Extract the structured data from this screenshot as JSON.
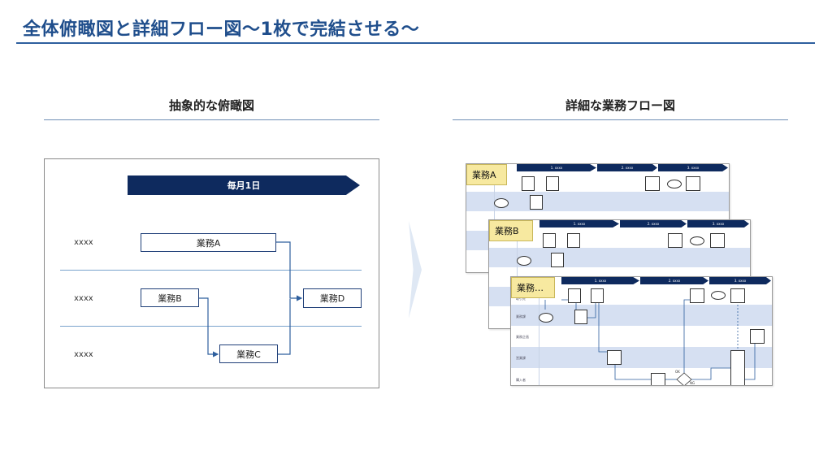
{
  "page": {
    "title": "全体俯瞰図と詳細フロー図～1枚で完結させる～"
  },
  "left": {
    "heading": "抽象的な俯瞰図",
    "banner": "毎月1日",
    "lanes": [
      "xxxx",
      "xxxx",
      "xxxx"
    ],
    "tasks": {
      "a": "業務A",
      "b": "業務B",
      "c": "業務C",
      "d": "業務D"
    }
  },
  "right": {
    "heading": "詳細な業務フロー図",
    "sheets": [
      {
        "tag": "業務A",
        "phases": [
          "1. xxxx",
          "2. xxxx",
          "3. xxxx"
        ]
      },
      {
        "tag": "業務B",
        "phases": [
          "1. xxxx",
          "2. xxxx",
          "3. xxxx"
        ]
      },
      {
        "tag": "業務…",
        "phases": [
          "1. xxxx",
          "2. xxxx",
          "3. xxxx"
        ],
        "lane_labels": [
          "取引先",
          "業務課",
          "業務企画",
          "営業課",
          "購入者"
        ],
        "decision_labels": [
          "OK",
          "NG"
        ]
      }
    ]
  },
  "colors": {
    "title": "#1f4e8c",
    "banner": "#0e2a5e",
    "lane_band": "#d6e0f2",
    "tag": "#f7e9a0"
  }
}
